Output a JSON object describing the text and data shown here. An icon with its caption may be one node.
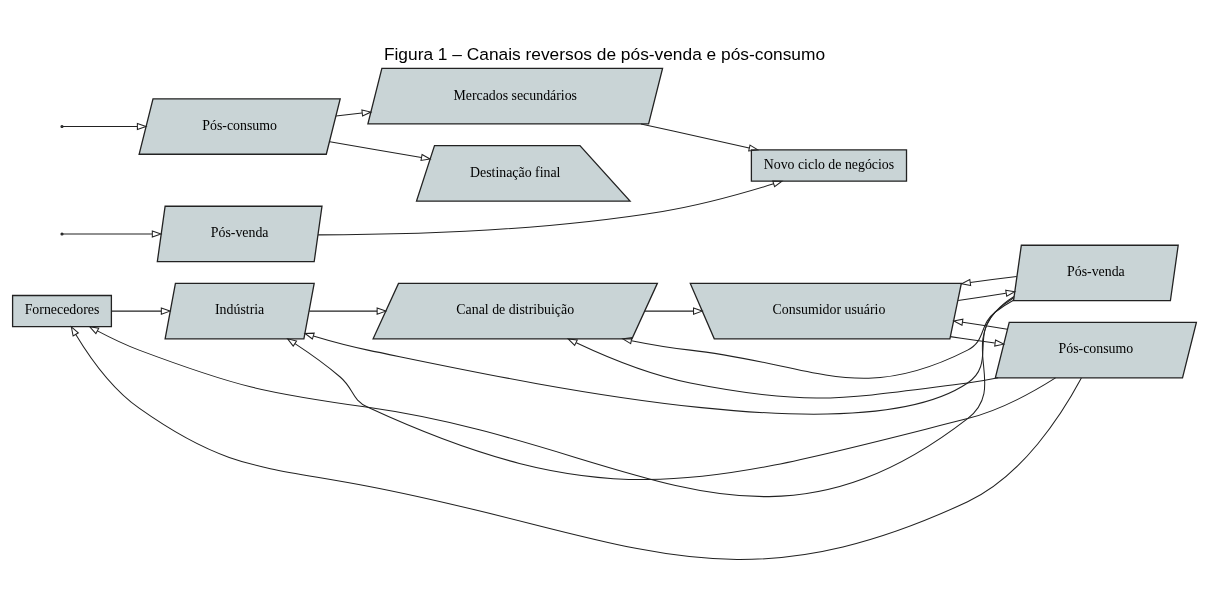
{
  "diagram": {
    "title": "Figura 1 – Canais reversos de pós-venda e pós-consumo",
    "nodes": [
      {
        "text": [
          "Fornecedores"
        ]
      },
      {
        "text": [
          "Indústria"
        ]
      },
      {
        "text": [
          "Canal de distribuição"
        ]
      },
      {
        "text": [
          "Consumidor usuário"
        ]
      },
      {
        "text": [
          "Pós-venda"
        ]
      },
      {
        "text": [
          "Pós-consumo"
        ]
      },
      {
        "text": [
          "Pós-venda"
        ]
      },
      {
        "text": [
          "Pós-consumo"
        ]
      },
      {
        "text": [
          "Mercados secundários"
        ]
      },
      {
        "text": [
          "Novo ciclo de negócios"
        ]
      },
      {
        "text": [
          "Destinação final"
        ]
      }
    ],
    "edges": [
      {
        "from": 0,
        "to": 1,
        "arrow": "to"
      },
      {
        "from": 1,
        "to": 2,
        "arrow": "to"
      },
      {
        "from": 2,
        "to": 3,
        "arrow": "to"
      },
      {
        "from": 3,
        "to": 4,
        "arrow": "to"
      },
      {
        "from": 3,
        "to": 5,
        "arrow": "to"
      },
      {
        "from": 4,
        "to": 0,
        "arrow": "to"
      },
      {
        "from": 4,
        "to": 1,
        "arrow": "to"
      },
      {
        "from": 4,
        "to": 2,
        "arrow": "to"
      },
      {
        "from": 4,
        "to": 3,
        "arrow": "to"
      },
      {
        "from": 5,
        "to": 0,
        "arrow": "to"
      },
      {
        "from": 5,
        "to": 1,
        "arrow": "to"
      },
      {
        "from": 5,
        "to": 2,
        "arrow": "to"
      },
      {
        "from": 5,
        "to": 3,
        "arrow": "to"
      },
      {
        "from": null,
        "to": 6,
        "arrow": "to"
      },
      {
        "from": null,
        "to": 7,
        "arrow": "to"
      },
      {
        "from": 6,
        "to": 9,
        "arrow": "to"
      },
      {
        "from": 7,
        "to": 8,
        "arrow": "to"
      },
      {
        "from": 7,
        "to": 10,
        "arrow": "to"
      },
      {
        "from": 8,
        "to": 9,
        "arrow": "to"
      }
    ]
  }
}
